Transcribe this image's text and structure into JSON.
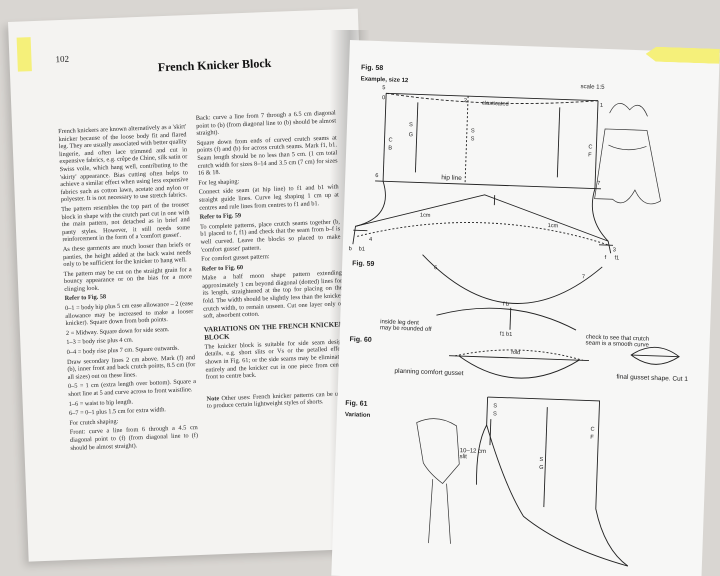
{
  "left": {
    "page_number": "102",
    "title": "French Knicker Block",
    "col1": [
      "French knickers are known alternatively as a 'skirt' knicker because of the loose body fit and flared leg. They are usually associated with better quality lingerie, and often lace trimmed and cut in expensive fabrics, e.g. crêpe de Chine, silk satin or Swiss voile, which hang well, contributing to the 'skirty' appearance. Bias cutting often helps to achieve a similar effect when using less expensive fabrics such as cotton lawn, acetate and nylon or polyester. It is not necessary to use stretch fabrics.",
      "The pattern resembles the top part of the trouser block in shape with the crutch part cut in one with the main pattern, not detached as in brief and panty styles. However, it still needs some reinforcement in the form of a 'comfort gusset'.",
      "As these garments are much looser than briefs or panties, the height added at the back waist needs only to be sufficient for the knicker to hang well.",
      "The pattern may be cut on the straight grain for a bouncy appearance or on the bias for a more clinging look."
    ],
    "refer58": "Refer to Fig. 58",
    "col1b": [
      "0–1 = body hip plus 5 cm ease allowance – 2 (ease allowance may be increased to make a looser knicker). Square down from both points.",
      "2 = Midway. Square down for side seam.",
      "1–3 = body rise plus 4 cm.",
      "0–4 = body rise plus 7 cm. Square outwards.",
      "Draw secondary lines 2 cm above. Mark (f) and (b), inner front and back crutch points, 8.5 cm (for all sizes) out on these lines.",
      "0–5 = 1 cm (extra length over bottom). Square a short line at 5 and curve across to front waistline.",
      "1–6 = waist to hip length.",
      "6–7 = 0–1 plus 1.5 cm for extra width."
    ],
    "crutch_head": "For crutch shaping:",
    "col1c": "Front: curve a line from 6 through a 4.5 cm diagonal point to (f) (from diagonal line to (f) should be almost straight).",
    "col2": [
      "Back: curve a line from 7 through a 6.5 cm diagonal point to (b) (from diagonal line to (b) should be almost straight).",
      "Square down from ends of curved crutch seams at points (f) and (b) for across crutch seams. Mark f1, b1. Seam length should be no less than 5 cm. (1 cm total crutch width for sizes 8–14 and 3.5 cm (7 cm) for sizes 16 & 18."
    ],
    "leg_head": "For leg shaping:",
    "col2b": "Connect side seam (at hip line) to f1 and b1 with straight guide lines. Curve leg shaping 1 cm up at centres and rule lines from centres to f1 and b1.",
    "refer59": "Refer to Fig. 59",
    "col2c": "To complete patterns, place crutch seams together (b, b1 placed to f, f1) and check that the seam from b–f is well curved. Leave the blocks so placed to make 'comfort gusset' pattern.",
    "gusset_head": "For comfort gusset pattern:",
    "refer60": "Refer to Fig. 60",
    "col2d": "Make a half moon shape pattern extending approximately 1 cm beyond diagonal (dotted) lines for its length, straightened at the top for placing on the fold. The width should be slightly less than the knicker crutch width, to remain unseen. Cut one layer only of soft, absorbent cotton.",
    "variations_head": "VARIATIONS ON THE FRENCH KNICKER BLOCK",
    "col2e": "The knicker block is suitable for side seam design details, e.g. short slits or Vs or the petalled effect shown in Fig. 61; or the side seams may be eliminated entirely and the knicker cut in one piece from centre front to centre back.",
    "note_label": "Note",
    "note": "Other uses: French knicker patterns can be used to produce certain lightweight styles of shorts."
  },
  "right": {
    "fig58": "Fig. 58",
    "example": "Example, size 12",
    "scale": "scale 1:5",
    "labels58": {
      "n5": "5",
      "n0": "0",
      "n1": "1",
      "n2": "2",
      "n6": "6",
      "n7": "7",
      "n3": "3",
      "n4": "4",
      "elasticated": "elasticated",
      "hipline": "hip line",
      "cm1a": "1cm",
      "cm1b": "1cm",
      "b": "b",
      "b1": "b1",
      "f": "f",
      "f1": "f1",
      "sg": "S",
      "sg2": "G",
      "cb": "C",
      "cb2": "B",
      "cf": "C",
      "cf2": "F",
      "ss": "S",
      "ss2": "S"
    },
    "fig59": "Fig. 59",
    "labels59": {
      "n6": "6",
      "n7": "7",
      "fb": "f  b",
      "f1b1": "f1 b1",
      "dent": "inside leg dent\nmay be rounded off",
      "check": "check to see that crutch\nseam is a smooth curve"
    },
    "fig60": "Fig. 60",
    "fold": "fold",
    "planning": "planning comfort gusset",
    "final": "final gusset shape. Cut 1",
    "fig61": "Fig. 61",
    "variation": "Variation",
    "labels61": {
      "slit": "10–12 cm\nslit",
      "ss": "S",
      "ss2": "S",
      "sg": "S",
      "sg2": "G",
      "cf": "C",
      "cf2": "F"
    }
  }
}
